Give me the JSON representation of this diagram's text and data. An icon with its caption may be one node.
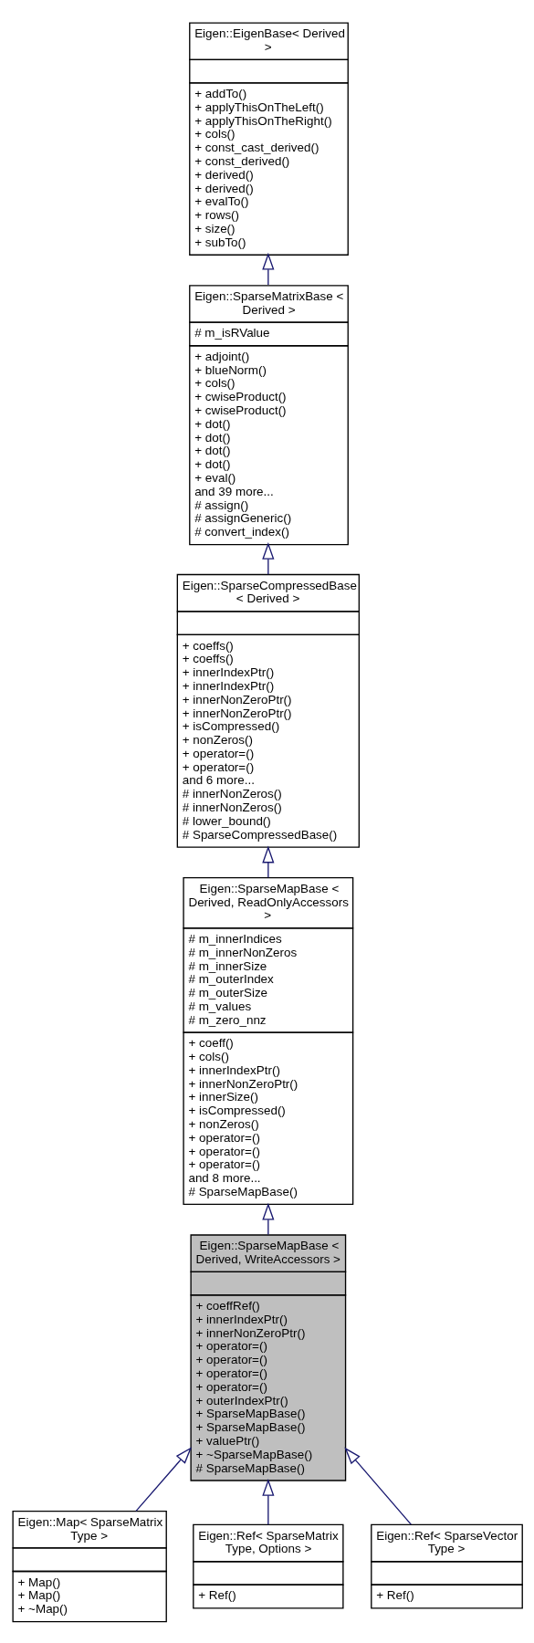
{
  "diagram": {
    "nodes": [
      {
        "text": [
          "Eigen::EigenBase< Derived >",
          "+ addTo()",
          "+ applyThisOnTheLeft()",
          "+ applyThisOnTheRight()",
          "+ cols()",
          "+ const_cast_derived()",
          "+ const_derived()",
          "+ derived()",
          "+ derived()",
          "+ evalTo()",
          "+ rows()",
          "+ size()",
          "+ subTo()"
        ]
      },
      {
        "text": [
          "Eigen::SparseMatrixBase < Derived >",
          "# m_isRValue",
          "+ adjoint()",
          "+ blueNorm()",
          "+ cols()",
          "+ cwiseProduct()",
          "+ cwiseProduct()",
          "+ dot()",
          "+ dot()",
          "+ dot()",
          "+ dot()",
          "+ eval()",
          "and 39 more...",
          "# assign()",
          "# assignGeneric()",
          "# convert_index()"
        ]
      },
      {
        "text": [
          "Eigen::SparseCompressedBase < Derived >",
          "+ coeffs()",
          "+ coeffs()",
          "+ innerIndexPtr()",
          "+ innerIndexPtr()",
          "+ innerNonZeroPtr()",
          "+ innerNonZeroPtr()",
          "+ isCompressed()",
          "+ nonZeros()",
          "+ operator=()",
          "+ operator=()",
          "and 6 more...",
          "# innerNonZeros()",
          "# innerNonZeros()",
          "# lower_bound()",
          "# SparseCompressedBase()"
        ]
      },
      {
        "text": [
          "Eigen::SparseMapBase < Derived, ReadOnlyAccessors >",
          "# m_innerIndices",
          "# m_innerNonZeros",
          "# m_innerSize",
          "# m_outerIndex",
          "# m_outerSize",
          "# m_values",
          "# m_zero_nnz",
          "+ coeff()",
          "+ cols()",
          "+ innerIndexPtr()",
          "+ innerNonZeroPtr()",
          "+ innerSize()",
          "+ isCompressed()",
          "+ nonZeros()",
          "+ operator=()",
          "+ operator=()",
          "+ operator=()",
          "and 8 more...",
          "# SparseMapBase()"
        ]
      },
      {
        "text": [
          "Eigen::SparseMapBase < Derived, WriteAccessors >",
          "+ coeffRef()",
          "+ innerIndexPtr()",
          "+ innerNonZeroPtr()",
          "+ operator=()",
          "+ operator=()",
          "+ operator=()",
          "+ operator=()",
          "+ outerIndexPtr()",
          "+ SparseMapBase()",
          "+ SparseMapBase()",
          "+ valuePtr()",
          "+ ~SparseMapBase()",
          "# SparseMapBase()"
        ]
      },
      {
        "text": [
          "Eigen::Map< SparseMatrix Type >",
          "+ Map()",
          "+ Map()",
          "+ ~Map()"
        ]
      },
      {
        "text": [
          "Eigen::Ref< SparseMatrix Type, Options >",
          "+ Ref()"
        ]
      },
      {
        "text": [
          "Eigen::Ref< SparseVector Type >",
          "+ Ref()"
        ]
      }
    ],
    "edges": [
      {
        "from": 1,
        "to": 0,
        "arrow": "to"
      },
      {
        "from": 2,
        "to": 1,
        "arrow": "to"
      },
      {
        "from": 3,
        "to": 2,
        "arrow": "to"
      },
      {
        "from": 4,
        "to": 3,
        "arrow": "to"
      },
      {
        "from": 5,
        "to": 4,
        "arrow": "to"
      },
      {
        "from": 6,
        "to": 4,
        "arrow": "to"
      },
      {
        "from": 7,
        "to": 4,
        "arrow": "to"
      }
    ]
  }
}
